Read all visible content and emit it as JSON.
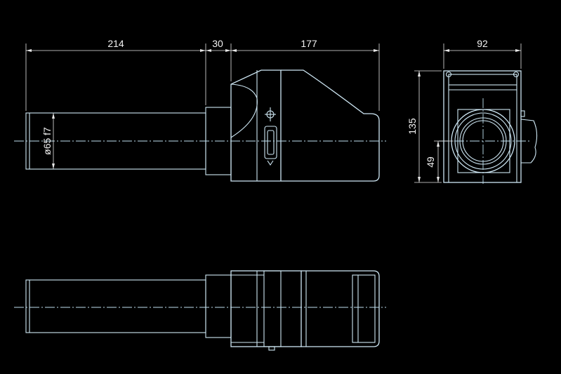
{
  "drawing": {
    "colors": {
      "background": "#000000",
      "outline": "#cfe8f5",
      "dimension": "#e6e6e6"
    },
    "dimensions": {
      "tube_length": "214",
      "collar_length": "30",
      "head_length": "177",
      "tube_diameter": "ø65 f7",
      "end_width": "92",
      "end_height": "135",
      "axis_height": "49"
    }
  }
}
